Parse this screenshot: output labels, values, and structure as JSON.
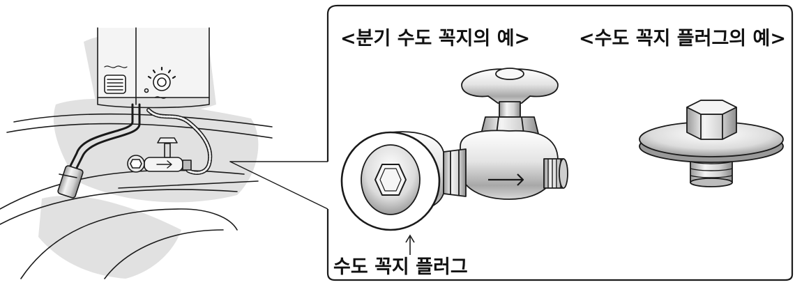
{
  "callout": {
    "title_left": "<분기 수도 꼭지의 예>",
    "title_right": "<수도 꼭지 플러그의 예>",
    "plug_label": "수도 꼭지 플러그"
  },
  "colors": {
    "line": "#1a1a1a",
    "metal_light": "#f2f2f2",
    "metal_mid": "#c9c9c9",
    "metal_dark": "#8f8f8f",
    "sketch_shade": "#d9d9d9"
  },
  "icons": {
    "heater": "water-heater-icon",
    "branch_faucet": "branch-faucet-icon",
    "plug": "faucet-plug-icon"
  }
}
